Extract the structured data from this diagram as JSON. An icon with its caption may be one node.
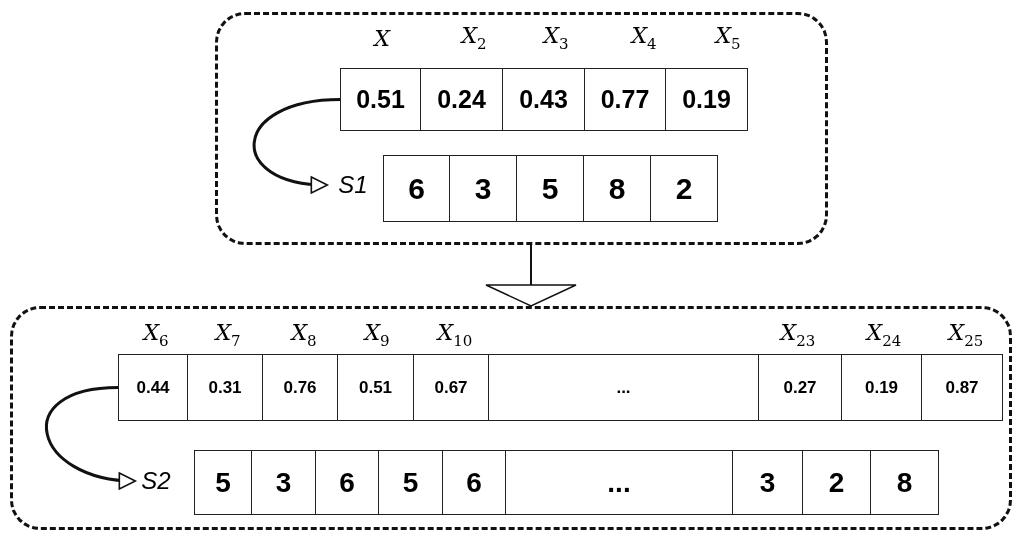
{
  "diagram": {
    "nodes": [
      {
        "text": [],
        "shape": "box"
      },
      {
        "text": [
          "0.51",
          "0.24",
          "0.43",
          "0.77",
          "0.19"
        ],
        "in": 0
      },
      {
        "text": [
          "S1"
        ],
        "in": 0
      },
      {
        "text": [
          "6",
          "3",
          "5",
          "8",
          "2"
        ],
        "in": 0
      },
      {
        "text": [],
        "shape": "box"
      },
      {
        "text": [
          "0.44",
          "0.31",
          "0.76",
          "0.51",
          "0.67",
          "...",
          "0.27",
          "0.19",
          "0.87"
        ],
        "in": 4
      },
      {
        "text": [
          "S2"
        ],
        "in": 4
      },
      {
        "text": [
          "5",
          "3",
          "6",
          "5",
          "6",
          "...",
          "3",
          "2",
          "8"
        ],
        "in": 4
      }
    ],
    "edges": [
      {
        "from": 1,
        "to": 2,
        "arrow": "to"
      },
      {
        "from": 0,
        "to": 4,
        "arrow": "to"
      },
      {
        "from": 5,
        "to": 6,
        "arrow": "to"
      }
    ],
    "labels": [
      "X",
      "X$_{2}$",
      "X$_{3}$",
      "X$_{4}$",
      "X$_{5}$",
      "X$_{6}$",
      "X$_{7}$",
      "X$_{8}$",
      "X$_{9}$",
      "X$_{10}$",
      "X$_{23}$",
      "X$_{24}$",
      "X$_{25}$"
    ]
  }
}
